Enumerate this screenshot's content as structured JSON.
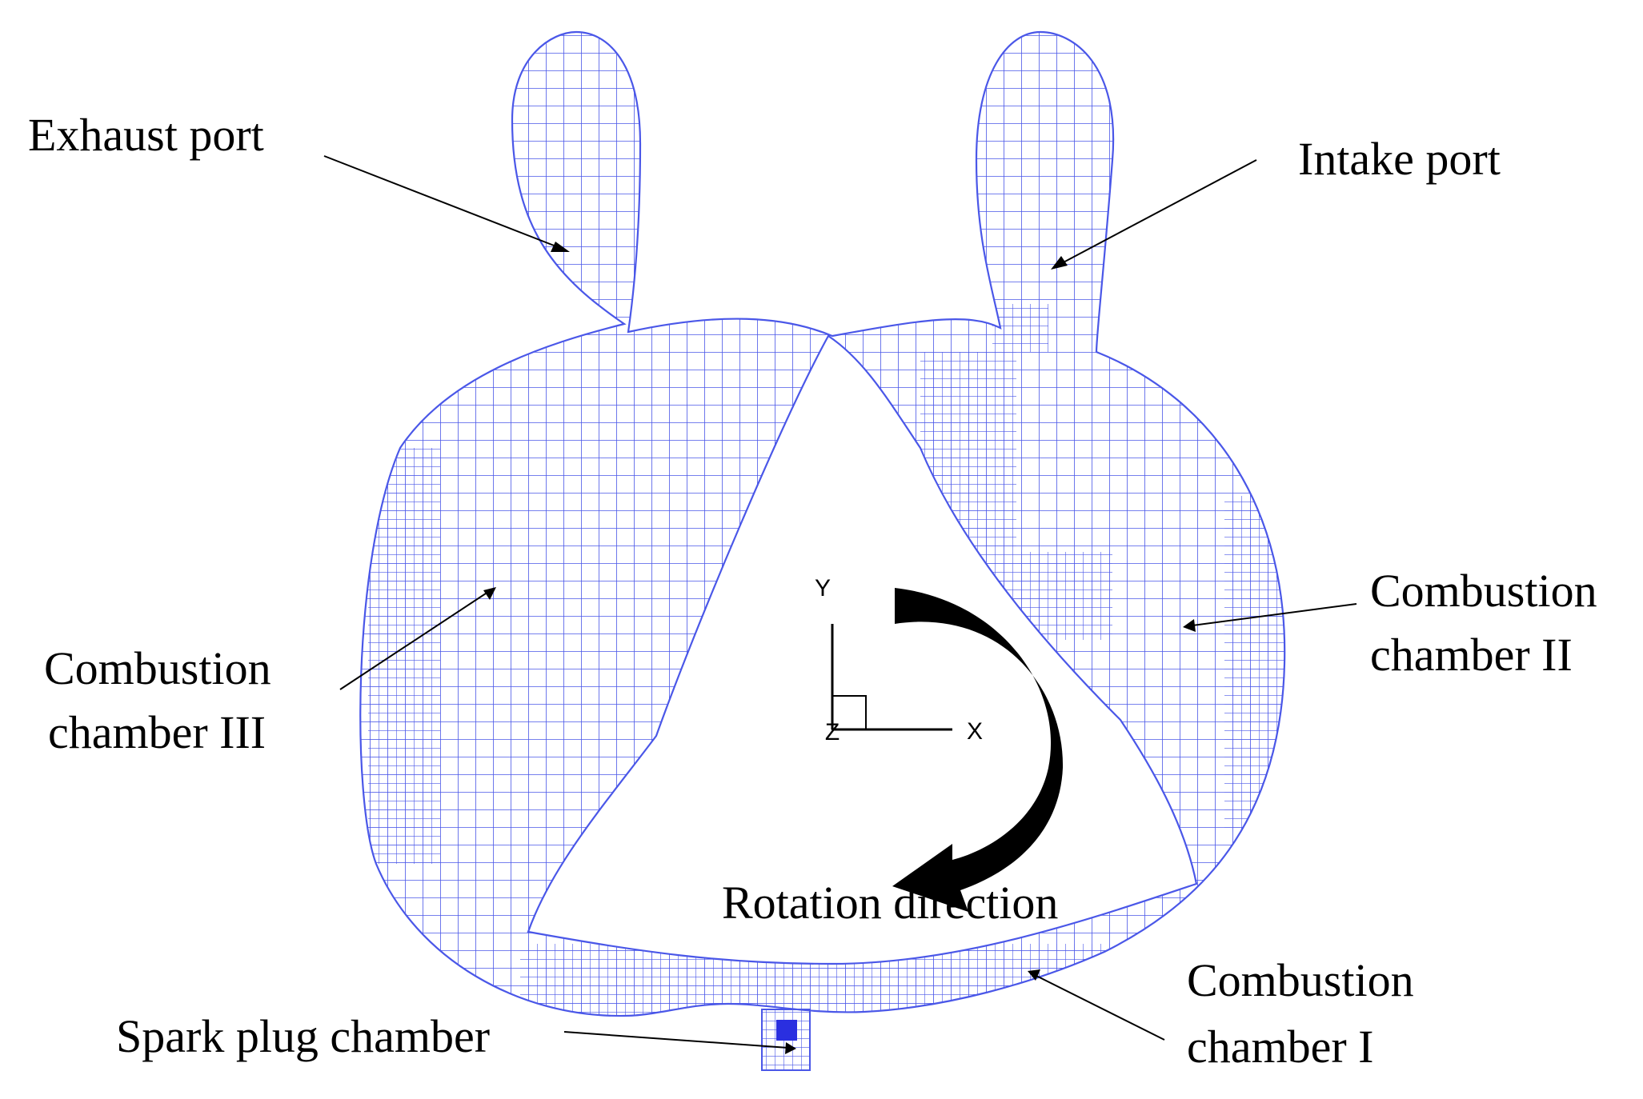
{
  "labels": {
    "exhaust_port": "Exhaust port",
    "intake_port": "Intake port",
    "chamber_two_line1": "Combustion",
    "chamber_two_line2": "chamber II",
    "chamber_three_line1": "Combustion",
    "chamber_three_line2": "chamber III",
    "chamber_one_line1": "Combustion",
    "chamber_one_line2": "chamber I",
    "spark_plug": "Spark plug chamber",
    "rotation": "Rotation direction"
  },
  "axes": {
    "y": "Y",
    "x": "X",
    "z": "Z"
  },
  "colors": {
    "mesh": "#4a57e8",
    "mesh_fill": "#4a57e8",
    "spark_block": "#2a2fe0",
    "arrow": "#000000"
  }
}
